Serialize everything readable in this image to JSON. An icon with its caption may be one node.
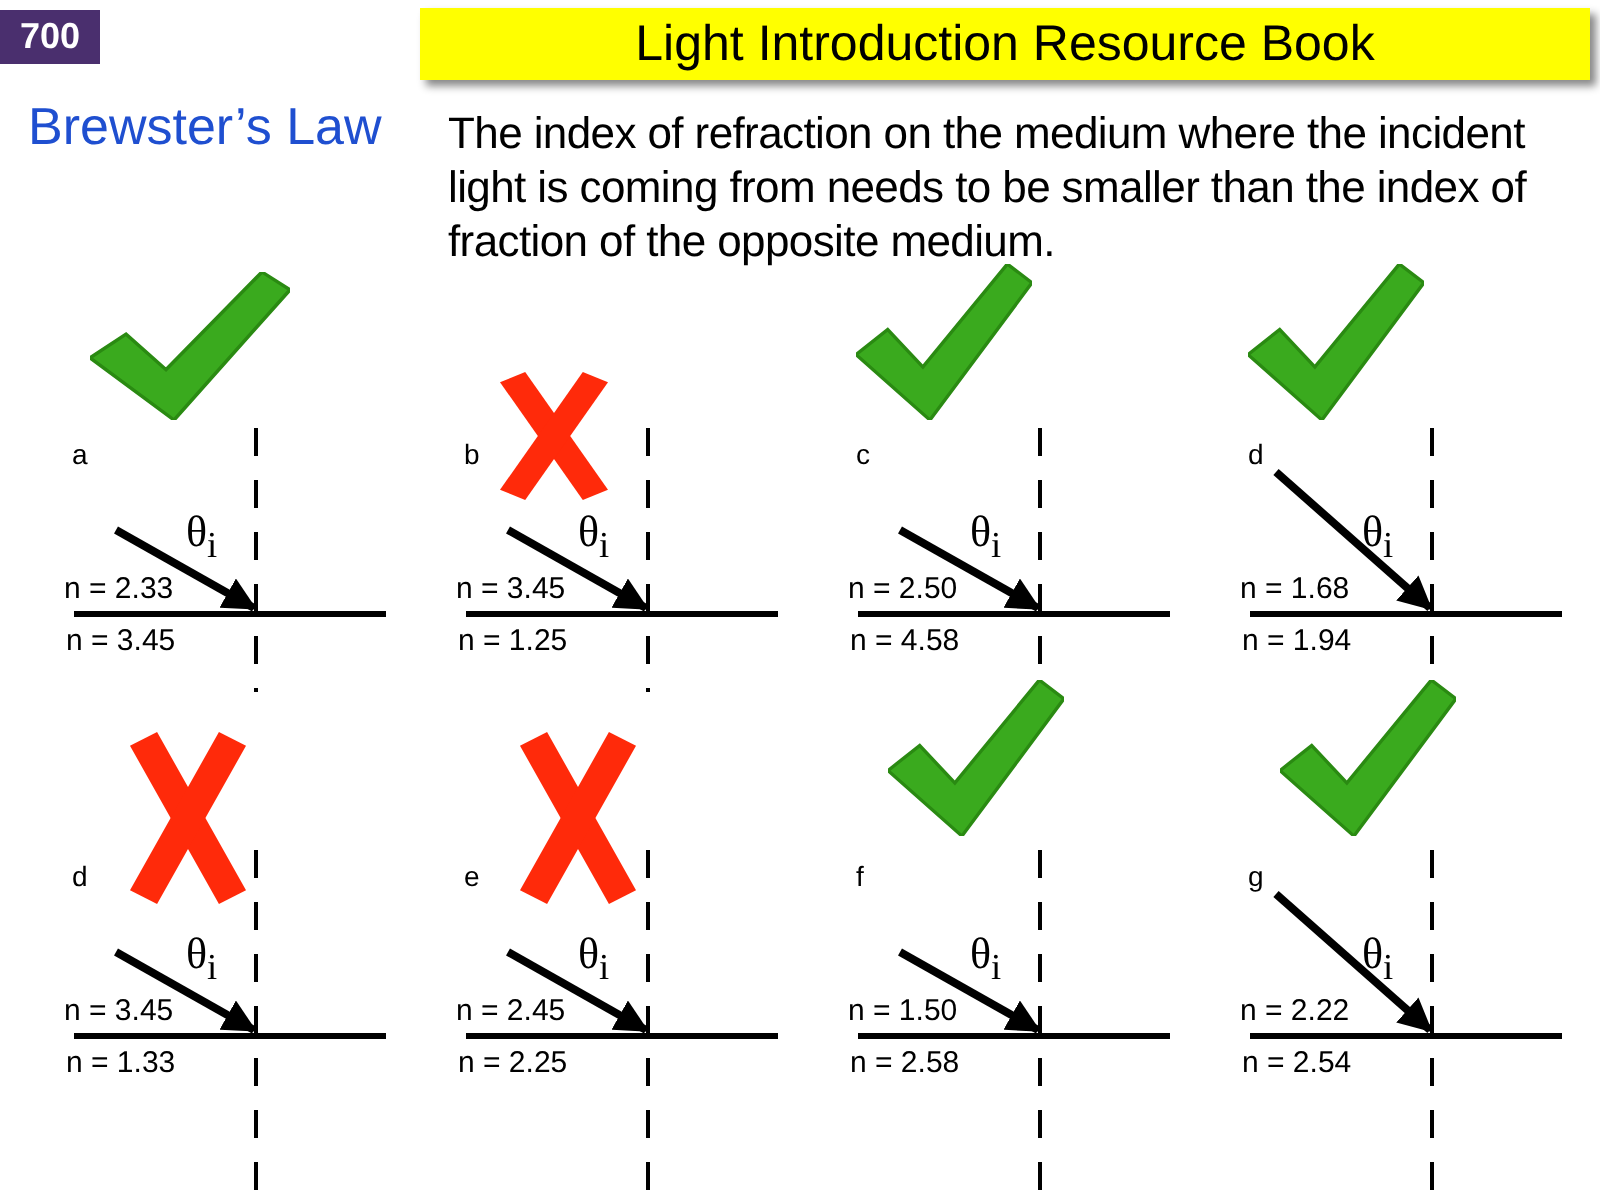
{
  "diagram": {
    "title": "Light Introduction Resource Book",
    "labels": [
      "700",
      "Brewster’s Law",
      "The index of refraction on the medium where the incident light is coming from needs to be smaller than the index of fraction of the opposite medium.",
      "a",
      "θ$_{i}$",
      "n = 2.33",
      "n = 3.45",
      "b",
      "θ$_{i}$",
      "n = 3.45",
      "n = 1.25",
      "c",
      "θ$_{i}$",
      "n = 2.50",
      "n = 4.58",
      "d",
      "θ$_{i}$",
      "n = 1.68",
      "n = 1.94",
      "d",
      "θ$_{i}$",
      "n = 3.45",
      "n = 1.33",
      "e",
      "θ$_{i}$",
      "n = 2.45",
      "n = 2.25",
      "f",
      "θ$_{i}$",
      "n = 1.50",
      "n = 2.58",
      "g",
      "θ$_{i}$",
      "n = 2.22",
      "n = 2.54"
    ]
  }
}
